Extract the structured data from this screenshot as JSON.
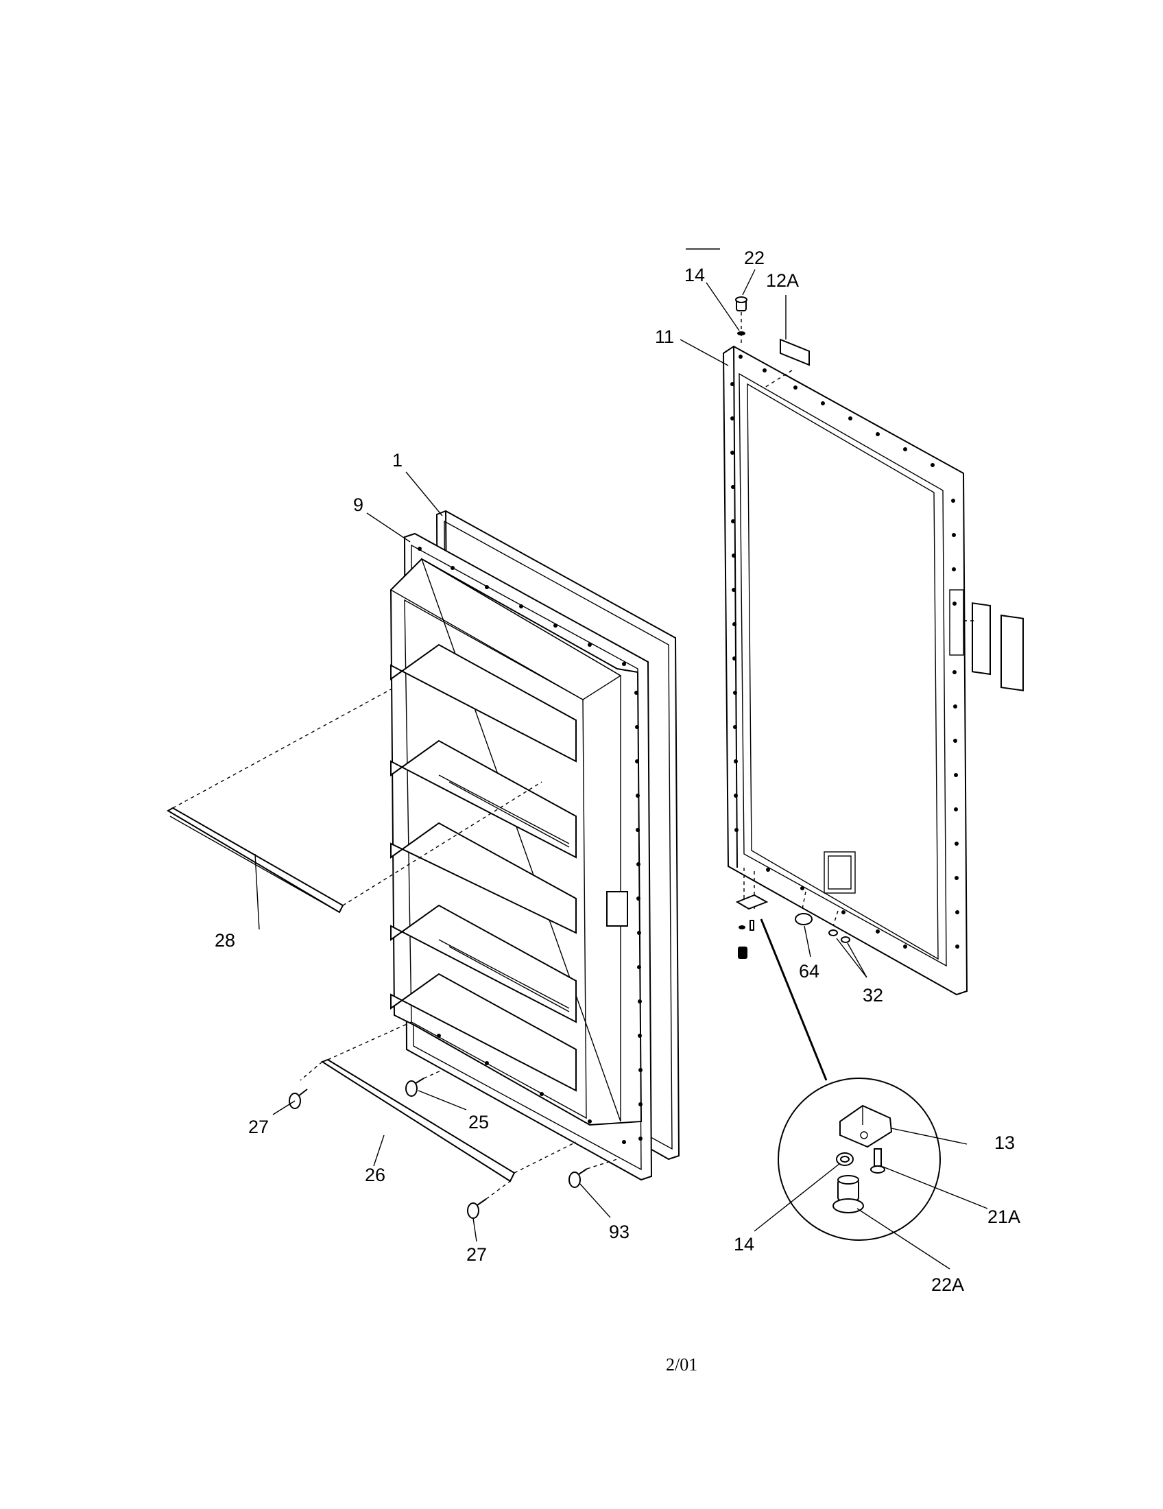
{
  "callouts": {
    "c1": "1",
    "c9": "9",
    "c11": "11",
    "c12a": "12A",
    "c13": "13",
    "c14_top": "14",
    "c14_detail": "14",
    "c21a": "21A",
    "c22": "22",
    "c22a": "22A",
    "c25": "25",
    "c26": "26",
    "c27_left": "27",
    "c27_bottom": "27",
    "c28": "28",
    "c32": "32",
    "c64": "64",
    "c93": "93"
  },
  "footer": {
    "date_code": "2/01"
  }
}
